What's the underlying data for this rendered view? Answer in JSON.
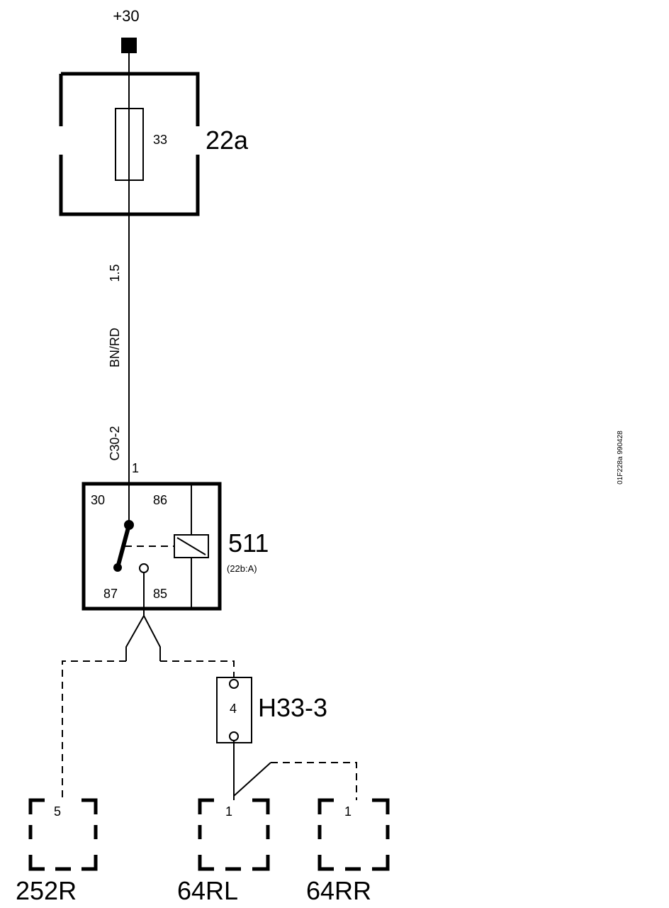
{
  "supply": {
    "label": "+30"
  },
  "fuse_box": {
    "id": "22a",
    "fuse_number": "33"
  },
  "wire": {
    "size": "1.5",
    "color": "BN/RD",
    "connector": "C30-2",
    "pin": "1"
  },
  "relay": {
    "id": "511",
    "location": "(22b:A)",
    "terminals": {
      "t30": "30",
      "t86": "86",
      "t87": "87",
      "t85": "85"
    }
  },
  "module": {
    "id": "H33-3",
    "pin": "4"
  },
  "components": [
    {
      "id": "252R",
      "pin": "5"
    },
    {
      "id": "64RL",
      "pin": "1"
    },
    {
      "id": "64RR",
      "pin": "1"
    }
  ],
  "image_code": "01F228a 990428"
}
